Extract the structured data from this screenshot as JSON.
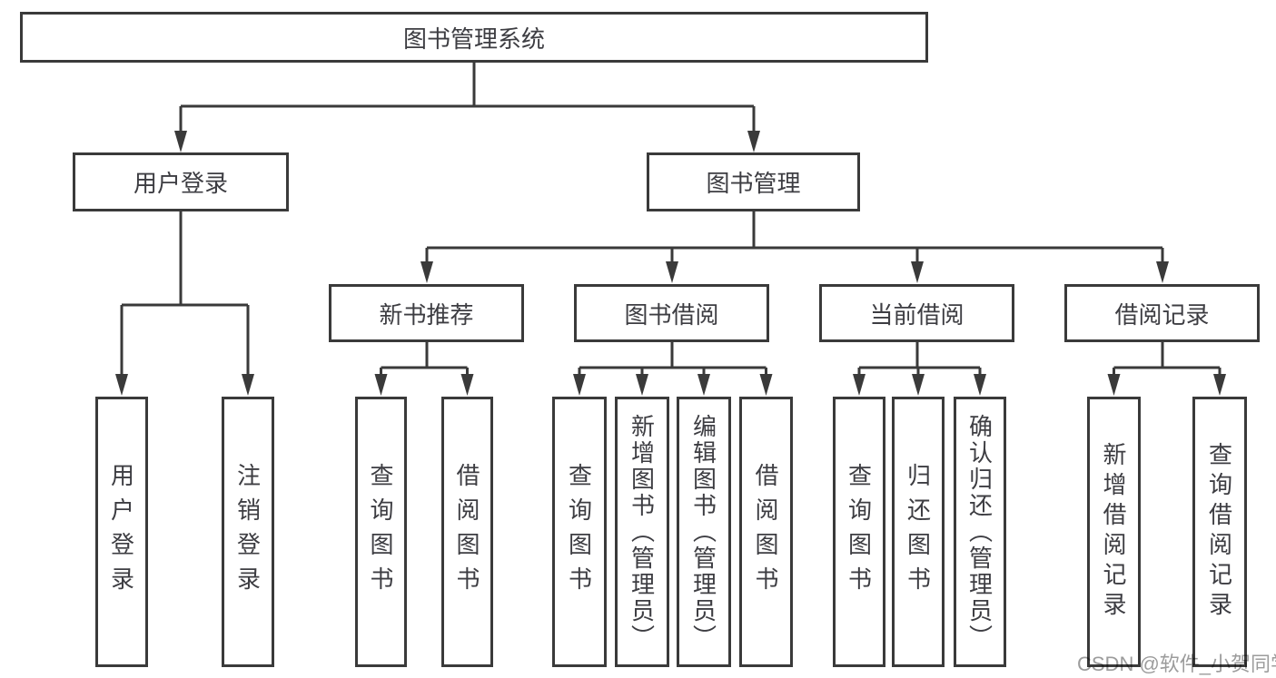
{
  "root": {
    "label": "图书管理系统"
  },
  "branches": [
    {
      "label": "用户登录",
      "children": [
        {
          "label": "用户登录"
        },
        {
          "label": "注销登录"
        }
      ]
    },
    {
      "label": "图书管理",
      "children": [
        {
          "label": "新书推荐",
          "children": [
            {
              "label": "查询图书"
            },
            {
              "label": "借阅图书"
            }
          ]
        },
        {
          "label": "图书借阅",
          "children": [
            {
              "label": "查询图书"
            },
            {
              "label": "新增图书（管理员）"
            },
            {
              "label": "编辑图书（管理员）"
            },
            {
              "label": "借阅图书"
            }
          ]
        },
        {
          "label": "当前借阅",
          "children": [
            {
              "label": "查询图书"
            },
            {
              "label": "归还图书"
            },
            {
              "label": "确认归还（管理员）"
            }
          ]
        },
        {
          "label": "借阅记录",
          "children": [
            {
              "label": "新增借阅记录"
            },
            {
              "label": "查询借阅记录"
            }
          ]
        }
      ]
    }
  ],
  "watermark": {
    "text": "CSDN @软件_小贺同学"
  },
  "colors": {
    "line": "#3a3a3a",
    "text": "#3d3d42",
    "box_background": "#ffffff",
    "page_background": "#ffffff",
    "watermark": "#9c9c9c"
  }
}
